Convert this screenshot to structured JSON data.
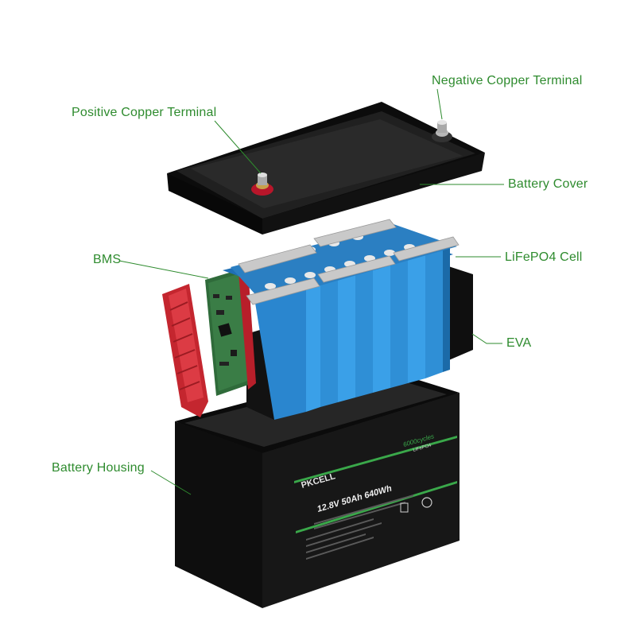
{
  "labels": {
    "negative_terminal": "Negative Copper Terminal",
    "positive_terminal": "Positive Copper Terminal",
    "battery_cover": "Battery Cover",
    "bms": "BMS",
    "lifepo4_cell": "LiFePO4 Cell",
    "eva": "EVA",
    "battery_housing": "Battery Housing"
  },
  "product_label": {
    "brand": "PKCELL",
    "spec": "12.8V  50Ah  640Wh",
    "cycles": "6000cycles",
    "chemistry": "LiFePO4"
  },
  "colors": {
    "label_green": "#2e8b2e",
    "cell_blue": "#2f8fd6",
    "bms_red": "#d0303a",
    "pcb_green": "#2f6b3a",
    "housing_black": "#141414"
  }
}
